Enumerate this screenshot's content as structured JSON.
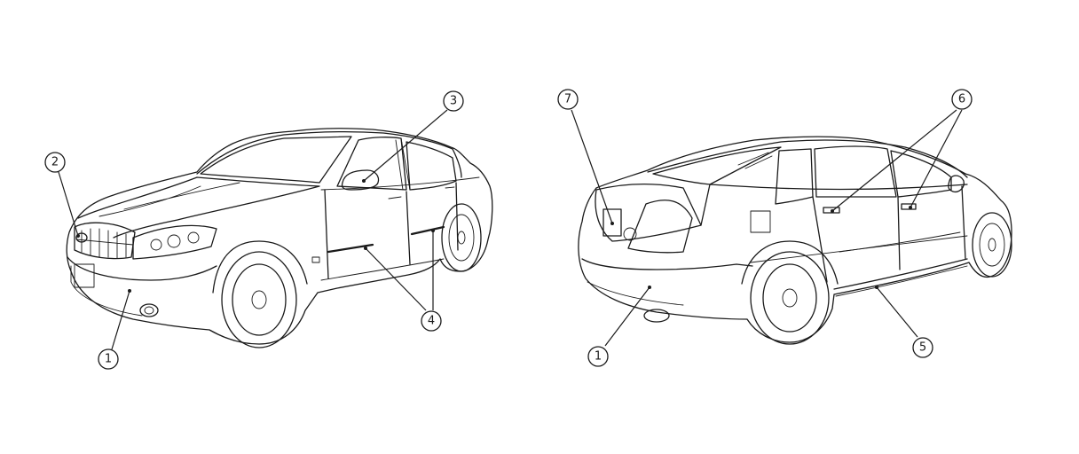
{
  "callouts": [
    {
      "id": "c1a",
      "label": "1"
    },
    {
      "id": "c2",
      "label": "2"
    },
    {
      "id": "c3",
      "label": "3"
    },
    {
      "id": "c4",
      "label": "4"
    },
    {
      "id": "c7",
      "label": "7"
    },
    {
      "id": "c6",
      "label": "6"
    },
    {
      "id": "c1b",
      "label": "1"
    },
    {
      "id": "c5",
      "label": "5"
    }
  ],
  "colors": {
    "ink": "#1a1a1a",
    "background": "#ffffff"
  }
}
